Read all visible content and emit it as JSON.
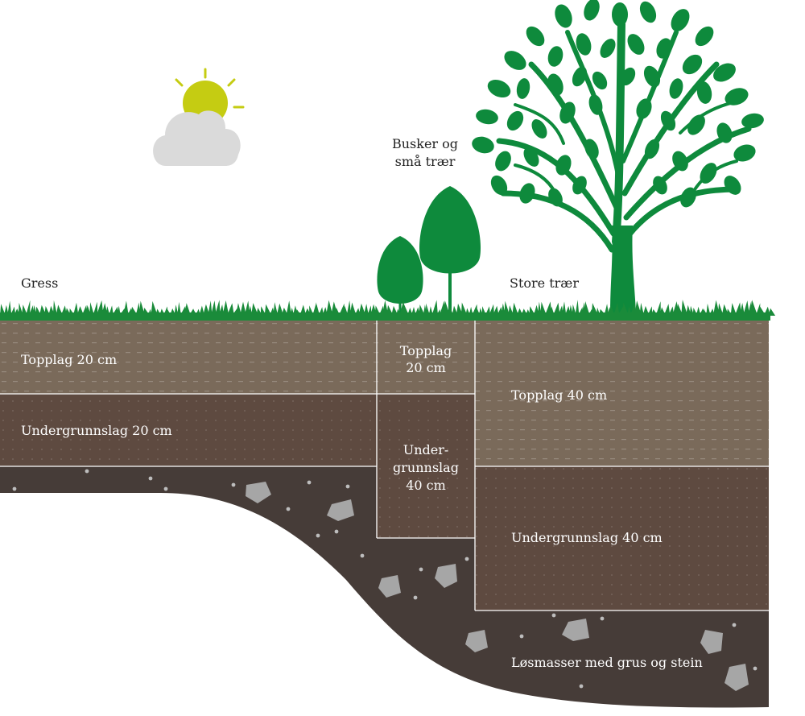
{
  "labels": {
    "grass": "Gress",
    "shrubs_line1": "Busker og",
    "shrubs_line2": "små trær",
    "large_trees": "Store trær",
    "grass_topsoil": "Topplag 20 cm",
    "grass_subsoil": "Undergrunnslag 20 cm",
    "shrub_topsoil_line1": "Topplag",
    "shrub_topsoil_line2": "20 cm",
    "shrub_subsoil_line1": "Under-",
    "shrub_subsoil_line2": "grunnslag",
    "shrub_subsoil_line3": "40 cm",
    "tree_topsoil": "Topplag 40 cm",
    "tree_subsoil": "Undergrunnslag 40 cm",
    "loose_material": "Løsmasser med grus og stein"
  },
  "colors": {
    "topsoil": "#7a6a5a",
    "subsoil": "#5e4a40",
    "loose_material": "#463c38",
    "grass": "#1a8b3a",
    "tree": "#0e8a3c",
    "sun": "#c5cc12",
    "cloud": "#dadada",
    "stone": "#a6a6a6"
  }
}
